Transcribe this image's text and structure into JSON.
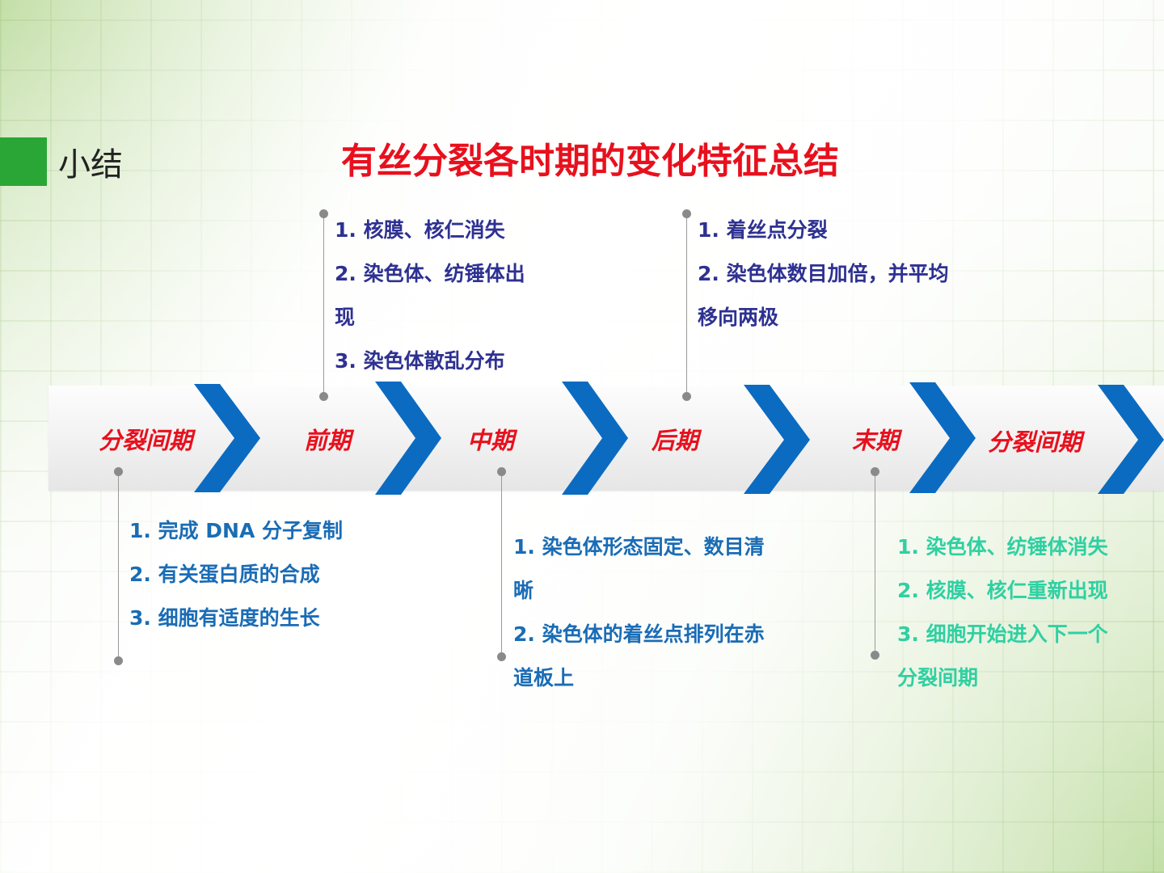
{
  "header": {
    "section_label": "小结",
    "title": "有丝分裂各时期的变化特征总结"
  },
  "colors": {
    "accent_green": "#2aa637",
    "title_red": "#e8101d",
    "chevron_blue": "#0b6bc1",
    "text_navy": "#2e3191",
    "text_blue": "#1a6cb5",
    "text_teal": "#2fd0a2"
  },
  "timeline": {
    "phases": [
      {
        "label": "分裂间期"
      },
      {
        "label": "前期"
      },
      {
        "label": "中期"
      },
      {
        "label": "后期"
      },
      {
        "label": "末期"
      },
      {
        "label": "分裂间期"
      }
    ]
  },
  "notes": {
    "interphase": [
      "1. 完成 DNA 分子复制",
      "2. 有关蛋白质的合成",
      "3. 细胞有适度的生长"
    ],
    "prophase": [
      "1. 核膜、核仁消失",
      "2. 染色体、纺锤体出",
      "现",
      "3. 染色体散乱分布"
    ],
    "metaphase": [
      "1. 染色体形态固定、数目清",
      "晰",
      "2. 染色体的着丝点排列在赤",
      "道板上"
    ],
    "anaphase": [
      "1. 着丝点分裂",
      "2. 染色体数目加倍，并平均",
      "移向两极"
    ],
    "telophase": [
      "1. 染色体、纺锤体消失",
      "2. 核膜、核仁重新出现",
      "3. 细胞开始进入下一个",
      "分裂间期"
    ]
  }
}
